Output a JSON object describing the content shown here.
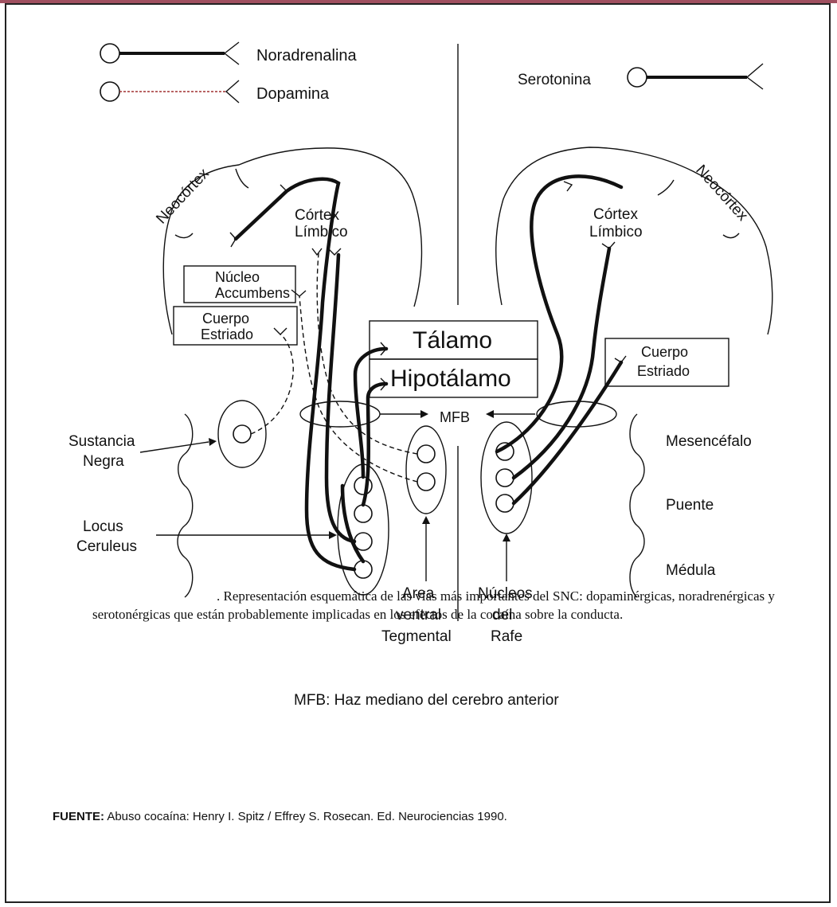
{
  "legend": {
    "noradrenalina": "Noradrenalina",
    "dopamina": "Dopamina",
    "serotonina": "Serotonina"
  },
  "labels": {
    "neocortex_left": "Neocórtex",
    "neocortex_right": "Neocórtex",
    "cortex_limbico_left_1": "Córtex",
    "cortex_limbico_left_2": "Límbico",
    "cortex_limbico_right_1": "Córtex",
    "cortex_limbico_right_2": "Límbico",
    "nucleo_accumbens_1": "Núcleo",
    "nucleo_accumbens_2": "Accumbens",
    "cuerpo_estriado_left_1": "Cuerpo",
    "cuerpo_estriado_left_2": "Estriado",
    "cuerpo_estriado_right_1": "Cuerpo",
    "cuerpo_estriado_right_2": "Estriado",
    "talamo": "Tálamo",
    "hipotalamo": "Hipotálamo",
    "mfb": "MFB",
    "sustancia_negra_1": "Sustancia",
    "sustancia_negra_2": "Negra",
    "locus_ceruleus_1": "Locus",
    "locus_ceruleus_2": "Ceruleus",
    "mesencefalo": "Mesencéfalo",
    "puente": "Puente",
    "medula": "Médula",
    "area_ventral_1": "Area",
    "area_ventral_2": "ventral",
    "area_ventral_3": "Tegmental",
    "nucleos_rafe_1": "Núcleos",
    "nucleos_rafe_2": "del",
    "nucleos_rafe_3": "Rafe"
  },
  "mfb_note": "MFB: Haz mediano del cerebro anterior",
  "caption": ". Representación esquemática de las vías más importantes del SNC: dopaminérgicas, noradrenérgicas y serotonérgicas que están probablemente implicadas en los efectos de la cocaína sobre la conducta.",
  "source": {
    "label": "FUENTE:",
    "text": " Abuso cocaína: Henry I. Spitz / Effrey S. Rosecan. Ed. Neurociencias 1990."
  }
}
